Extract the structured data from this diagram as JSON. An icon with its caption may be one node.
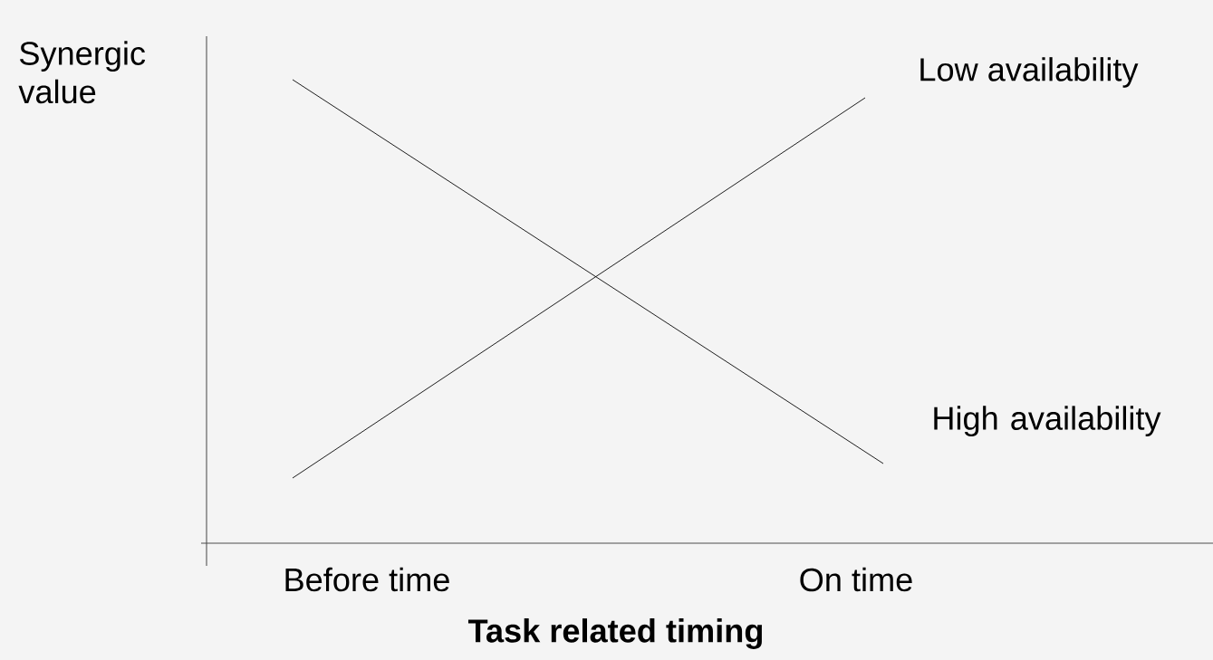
{
  "diagram": {
    "labels": [
      "Synergic value",
      "Low availability",
      "High availability",
      "Before time",
      "On time",
      "Task related timing"
    ]
  }
}
